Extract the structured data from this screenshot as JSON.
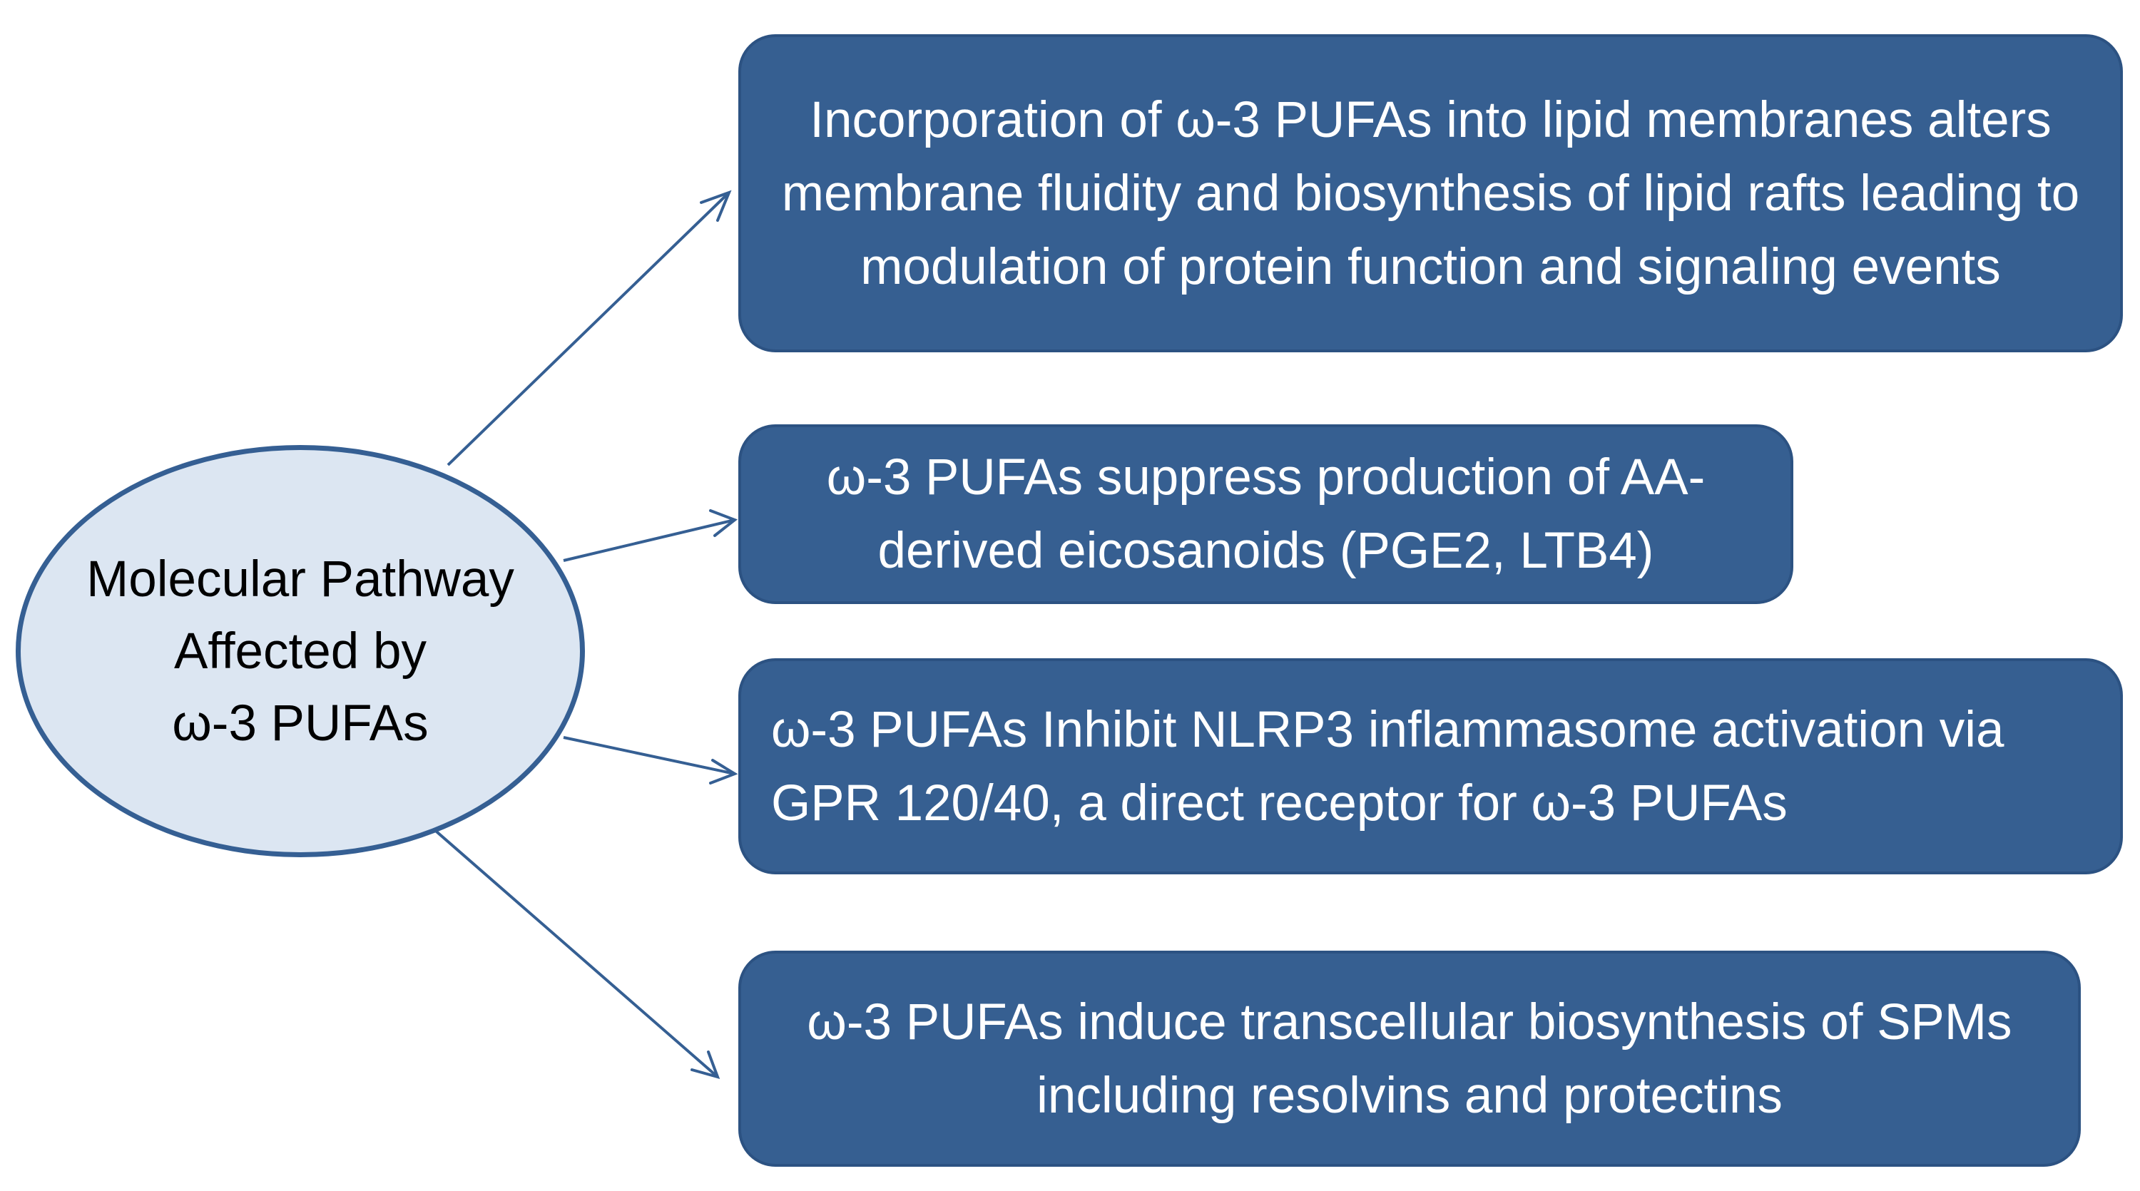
{
  "diagram": {
    "center": {
      "label": "Molecular Pathway\nAffected by\nω-3 PUFAs"
    },
    "boxes": [
      {
        "text": "Incorporation of ω-3 PUFAs into lipid membranes alters membrane fluidity and biosynthesis of lipid rafts leading to modulation of protein function and signaling events"
      },
      {
        "text": "ω-3 PUFAs suppress production of AA-derived eicosanoids (PGE2, LTB4)"
      },
      {
        "text": "ω-3 PUFAs Inhibit NLRP3 inflammasome activation via GPR 120/40, a direct receptor for ω-3 PUFAs"
      },
      {
        "text": "ω-3 PUFAs induce transcellular biosynthesis of SPMs including resolvins and protectins"
      }
    ],
    "colors": {
      "box_fill": "#365f91",
      "box_text": "#ffffff",
      "ellipse_fill": "#dce6f2",
      "ellipse_stroke": "#355f93",
      "arrow": "#355f93"
    }
  }
}
